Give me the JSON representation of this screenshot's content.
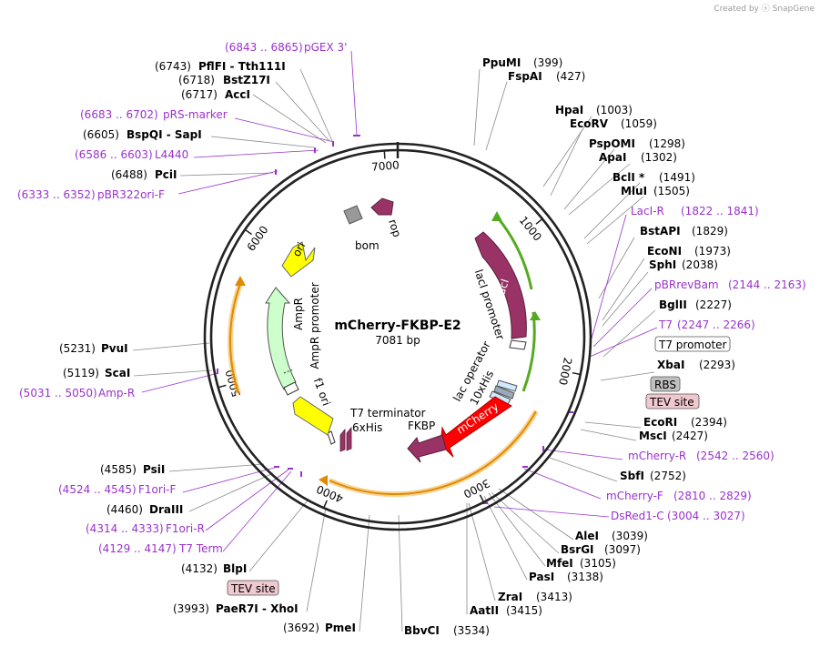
{
  "credit": "Created by ⓢ SnapGene",
  "plasmid": {
    "name": "mCherry-FKBP-E2",
    "size": "7081 bp",
    "length": 7081
  },
  "ticks": [
    "1000",
    "2000",
    "3000",
    "4000",
    "5000",
    "6000",
    "7000"
  ],
  "enzymes": [
    {
      "id": "ppumi",
      "name": "PpuMI",
      "pos": "(399)"
    },
    {
      "id": "fspai",
      "name": "FspAI",
      "pos": "(427)"
    },
    {
      "id": "hpai",
      "name": "HpaI",
      "pos": "(1003)"
    },
    {
      "id": "ecorv",
      "name": "EcoRV",
      "pos": "(1059)"
    },
    {
      "id": "pspomi",
      "name": "PspOMI",
      "pos": "(1298)"
    },
    {
      "id": "apai",
      "name": "ApaI",
      "pos": "(1302)"
    },
    {
      "id": "bcli",
      "name": "BclI *",
      "pos": "(1491)"
    },
    {
      "id": "mlui",
      "name": "MluI",
      "pos": "(1505)"
    },
    {
      "id": "bstapi",
      "name": "BstAPI",
      "pos": "(1829)"
    },
    {
      "id": "econi",
      "name": "EcoNI",
      "pos": "(1973)"
    },
    {
      "id": "sphi",
      "name": "SphI",
      "pos": "(2038)"
    },
    {
      "id": "bglii",
      "name": "BglII",
      "pos": "(2227)"
    },
    {
      "id": "xbai",
      "name": "XbaI",
      "pos": "(2293)"
    },
    {
      "id": "ecori",
      "name": "EcoRI",
      "pos": "(2394)"
    },
    {
      "id": "msci",
      "name": "MscI",
      "pos": "(2427)"
    },
    {
      "id": "sbfi",
      "name": "SbfI",
      "pos": "(2752)"
    },
    {
      "id": "alei",
      "name": "AleI",
      "pos": "(3039)"
    },
    {
      "id": "bsrgi",
      "name": "BsrGI",
      "pos": "(3097)"
    },
    {
      "id": "mfei",
      "name": "MfeI",
      "pos": "(3105)"
    },
    {
      "id": "pasi",
      "name": "PasI",
      "pos": "(3138)"
    },
    {
      "id": "zrai",
      "name": "ZraI",
      "pos": "(3413)"
    },
    {
      "id": "aatii",
      "name": "AatII",
      "pos": "(3415)"
    },
    {
      "id": "bbvci",
      "name": "BbvCI",
      "pos": "(3534)"
    },
    {
      "id": "pmei",
      "name": "PmeI",
      "pos": "(3692)"
    },
    {
      "id": "paer7i",
      "name": "PaeR7I  - XhoI",
      "pos": "(3993)"
    },
    {
      "id": "blpi",
      "name": "BlpI",
      "pos": "(4132)"
    },
    {
      "id": "draiii",
      "name": "DraIII",
      "pos": "(4460)"
    },
    {
      "id": "psii",
      "name": "PsiI",
      "pos": "(4585)"
    },
    {
      "id": "scai",
      "name": "ScaI",
      "pos": "(5119)"
    },
    {
      "id": "pvui",
      "name": "PvuI",
      "pos": "(5231)"
    },
    {
      "id": "pcii",
      "name": "PciI",
      "pos": "(6488)"
    },
    {
      "id": "bspqi",
      "name": "BspQI  - SapI",
      "pos": "(6605)"
    },
    {
      "id": "acci",
      "name": "AccI",
      "pos": "(6717)"
    },
    {
      "id": "bstz17i",
      "name": "BstZ17I",
      "pos": "(6718)"
    },
    {
      "id": "pflfi",
      "name": "PflFI  - Tth111I",
      "pos": "(6743)"
    }
  ],
  "primers": [
    {
      "id": "lacir",
      "name": "LacI-R",
      "range": "(1822 .. 1841)"
    },
    {
      "id": "pbrrevbam",
      "name": "pBRrevBam",
      "range": "(2144 .. 2163)"
    },
    {
      "id": "t7",
      "name": "T7",
      "range": "(2247 .. 2266)"
    },
    {
      "id": "mcherryr",
      "name": "mCherry-R",
      "range": "(2542 .. 2560)"
    },
    {
      "id": "mcherryf",
      "name": "mCherry-F",
      "range": "(2810 .. 2829)"
    },
    {
      "id": "dsred1c",
      "name": "DsRed1-C",
      "range": "(3004 .. 3027)"
    },
    {
      "id": "t7term",
      "name": "T7 Term",
      "range": "(4129 .. 4147)"
    },
    {
      "id": "f1orir",
      "name": "F1ori-R",
      "range": "(4314 .. 4333)"
    },
    {
      "id": "f1orif",
      "name": "F1ori-F",
      "range": "(4524 .. 4545)"
    },
    {
      "id": "ampr",
      "name": "Amp-R",
      "range": "(5031 .. 5050)"
    },
    {
      "id": "pbr322orif",
      "name": "pBR322ori-F",
      "range": "(6333 .. 6352)"
    },
    {
      "id": "l4440",
      "name": "L4440",
      "range": "(6586 .. 6603)"
    },
    {
      "id": "prsmarker",
      "name": "pRS-marker",
      "range": "(6683 .. 6702)"
    },
    {
      "id": "pgex3",
      "name": "pGEX 3'",
      "range": "(6843 .. 6865)"
    }
  ],
  "boxed_features": [
    {
      "id": "t7promoter",
      "label": "T7 promoter",
      "style": "white"
    },
    {
      "id": "rbs",
      "label": "RBS",
      "style": "gray"
    },
    {
      "id": "tevsite1",
      "label": "TEV site",
      "style": "pink"
    },
    {
      "id": "tevsite2",
      "label": "TEV site",
      "style": "pink"
    }
  ],
  "features": {
    "laci": "lacI",
    "laci_promoter": "lacI promoter",
    "lac_operator": "lac operator",
    "his10": "10xHis",
    "mcherry": "mCherry",
    "fkbp": "FKBP",
    "t7_terminator": "T7 terminator",
    "his6": "6xHis",
    "f1ori": "f1 ori",
    "ampr_promoter": "AmpR promoter",
    "ampr": "AmpR",
    "ori": "ori",
    "bom": "bom",
    "rop": "rop"
  },
  "colors": {
    "enzyme_text": "#000000",
    "primer": "#9932cc",
    "laci": "#993366",
    "mcherry": "#ff0000",
    "orf_arrow": "#993366",
    "green_arc": "#55aa22",
    "orange_arc": "#f5b042",
    "yellow": "#ffff00",
    "ampr": "#ccffcc",
    "bom": "#999999"
  }
}
